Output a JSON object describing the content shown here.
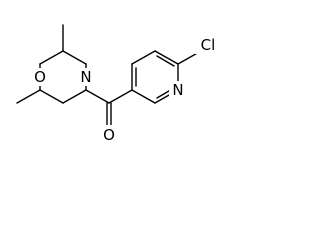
{
  "molecule": {
    "atoms": {
      "morpholine_oxygen": "O",
      "morpholine_nitrogen": "N",
      "carbonyl_oxygen": "O",
      "pyridine_nitrogen": "N",
      "chlorine": "Cl"
    }
  },
  "colors": {
    "bond": "#000000",
    "label": "#000000",
    "background": "#ffffff"
  }
}
